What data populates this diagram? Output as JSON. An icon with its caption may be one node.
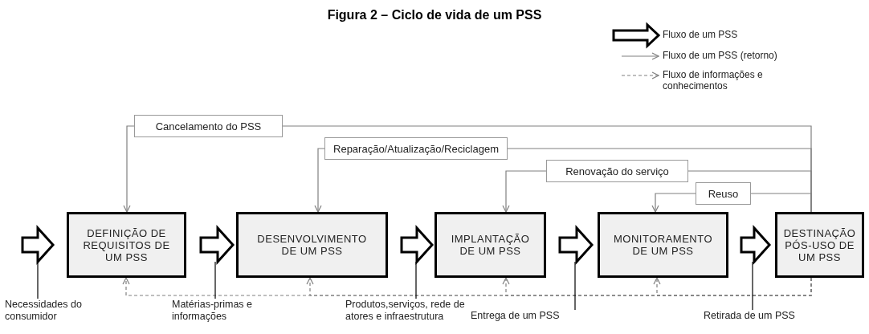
{
  "diagram": {
    "title": "Figura 2 – Ciclo de vida de um PSS",
    "nodes": [
      {
        "text": [
          "DEFINIÇÃO DE REQUISITOS DE UM PSS"
        ]
      },
      {
        "text": [
          "DESENVOLVIMENTO DE UM PSS"
        ]
      },
      {
        "text": [
          "IMPLANTAÇÃO DE UM PSS"
        ]
      },
      {
        "text": [
          "MONITORAMENTO DE UM PSS"
        ]
      },
      {
        "text": [
          "DESTINAÇÃO PÓS-USO DE UM PSS"
        ]
      },
      {
        "text": [
          "Necessidades do consumidor"
        ]
      },
      {
        "text": [
          "Matérias-primas e informações"
        ]
      },
      {
        "text": [
          "Produtos,serviços, rede de atores e infraestrutura"
        ]
      },
      {
        "text": [
          "Entrega de um PSS"
        ]
      },
      {
        "text": [
          "Retirada de um PSS"
        ]
      }
    ],
    "edges": [
      {
        "from": null,
        "to": 0,
        "arrow": "to",
        "style": "thick",
        "color": "#000000"
      },
      {
        "from": 0,
        "to": 1,
        "arrow": "to",
        "style": "thick",
        "color": "#000000"
      },
      {
        "from": 1,
        "to": 2,
        "arrow": "to",
        "style": "thick",
        "color": "#000000"
      },
      {
        "from": 2,
        "to": 3,
        "arrow": "to",
        "style": "thick",
        "color": "#000000"
      },
      {
        "from": 3,
        "to": 4,
        "arrow": "to",
        "style": "thick",
        "color": "#000000"
      },
      {
        "from": 4,
        "to": 0,
        "arrow": "to",
        "label": "Cancelamento do PSS",
        "color": "#808080"
      },
      {
        "from": 4,
        "to": 1,
        "arrow": "to",
        "label": "Reparação/Atualização/Reciclagem",
        "color": "#808080"
      },
      {
        "from": 4,
        "to": 2,
        "arrow": "to",
        "label": "Renovação do serviço",
        "color": "#808080"
      },
      {
        "from": 4,
        "to": 3,
        "arrow": "to",
        "label": "Reuso",
        "color": "#808080"
      },
      {
        "from": 4,
        "to": 3,
        "arrow": "to",
        "style": "dashed",
        "color": "#808080"
      },
      {
        "from": 4,
        "to": 2,
        "arrow": "to",
        "style": "dashed",
        "color": "#808080"
      },
      {
        "from": 4,
        "to": 1,
        "arrow": "to",
        "style": "dashed",
        "color": "#808080"
      },
      {
        "from": 4,
        "to": 0,
        "arrow": "to",
        "style": "dashed",
        "color": "#808080"
      },
      {
        "from": 5,
        "to": null,
        "arrow": "none",
        "color": "#000000"
      },
      {
        "from": 6,
        "to": null,
        "arrow": "none",
        "color": "#000000"
      },
      {
        "from": 7,
        "to": null,
        "arrow": "none",
        "color": "#000000"
      },
      {
        "from": 8,
        "to": null,
        "arrow": "none",
        "color": "#000000"
      },
      {
        "from": 9,
        "to": null,
        "arrow": "none",
        "color": "#000000"
      }
    ],
    "legend": [
      {
        "text": "Fluxo de um PSS"
      },
      {
        "text": "Fluxo de um PSS (retorno)"
      },
      {
        "text": "Fluxo de informações e conhecimentos"
      }
    ]
  }
}
